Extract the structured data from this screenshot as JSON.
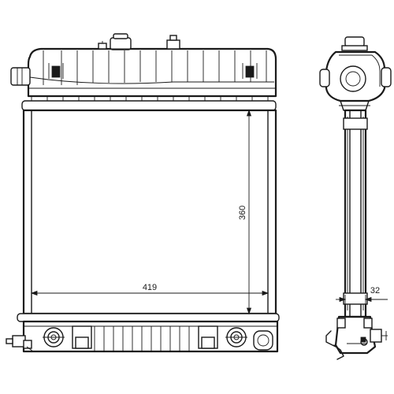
{
  "dimensions": {
    "core_width": "419",
    "core_height": "360",
    "core_depth": "32"
  },
  "colors": {
    "line": "#1a1a1a",
    "background": "#ffffff"
  }
}
